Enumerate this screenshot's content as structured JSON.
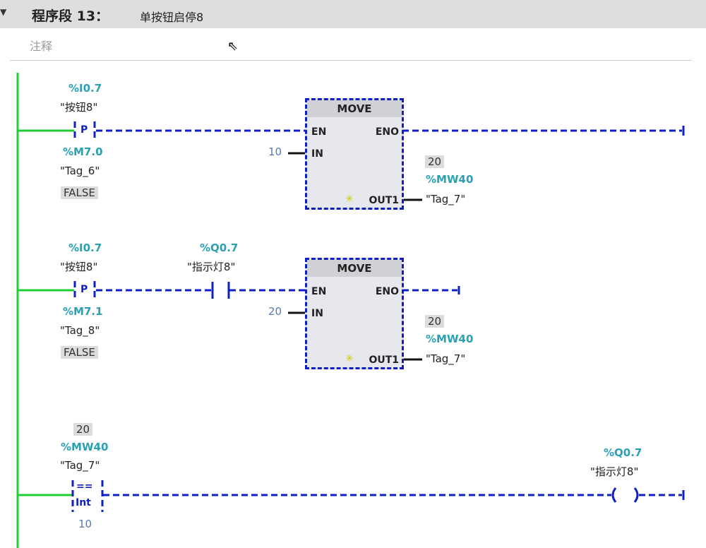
{
  "network": {
    "title": "程序段 13：",
    "name": "单按钮启停8",
    "comment_placeholder": "注释"
  },
  "rung1": {
    "contact_type": "P",
    "contact_addr": "%I0.7",
    "contact_tag": "\"按钮8\"",
    "edge_addr": "%M7.0",
    "edge_tag": "\"Tag_6\"",
    "edge_value": "FALSE",
    "block": {
      "name": "MOVE",
      "en": "EN",
      "eno": "ENO",
      "in": "IN",
      "out": "OUT1",
      "in_value": "10",
      "out_value": "20",
      "out_addr": "%MW40",
      "out_tag": "\"Tag_7\""
    }
  },
  "rung2": {
    "contact_type": "P",
    "contact_addr": "%I0.7",
    "contact_tag": "\"按钮8\"",
    "edge_addr": "%M7.1",
    "edge_tag": "\"Tag_8\"",
    "edge_value": "FALSE",
    "no_contact_addr": "%Q0.7",
    "no_contact_tag": "\"指示灯8\"",
    "block": {
      "name": "MOVE",
      "en": "EN",
      "eno": "ENO",
      "in": "IN",
      "out": "OUT1",
      "in_value": "20",
      "out_value": "20",
      "out_addr": "%MW40",
      "out_tag": "\"Tag_7\""
    }
  },
  "rung3": {
    "cmp_value": "20",
    "cmp_addr": "%MW40",
    "cmp_tag": "\"Tag_7\"",
    "cmp_op": "==",
    "cmp_type": "Int",
    "cmp_const": "10",
    "coil_addr": "%Q0.7",
    "coil_tag": "\"指示灯8\""
  }
}
